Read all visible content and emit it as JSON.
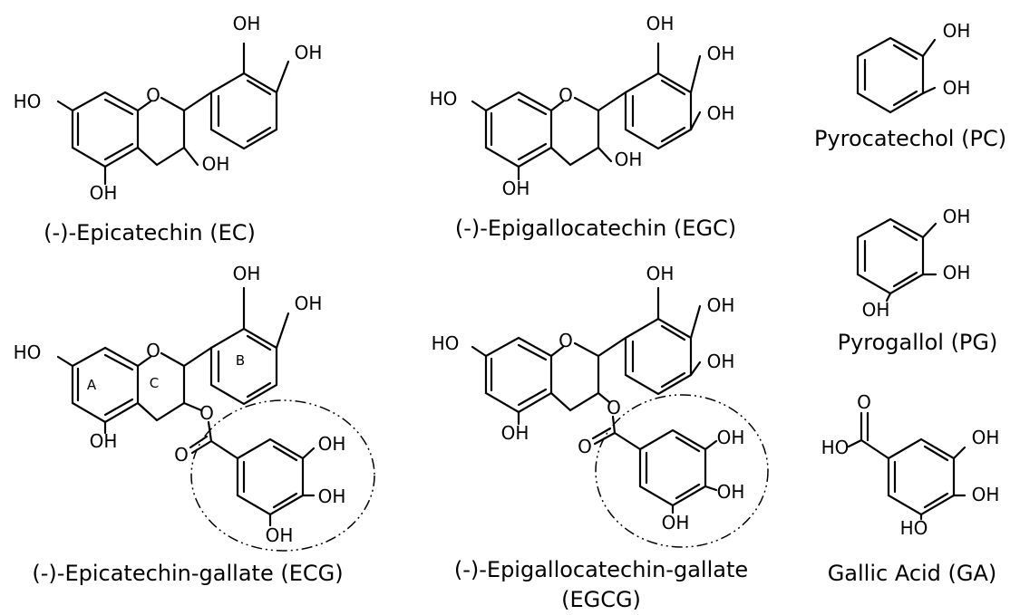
{
  "compounds": {
    "ec": {
      "name": "(-)-Epicatechin (EC)"
    },
    "egc": {
      "name": "(-)-Epigallocatechin (EGC)"
    },
    "ecg": {
      "name": "(-)-Epicatechin-gallate (ECG)"
    },
    "egcg": {
      "name_line1": "(-)-Epigallocatechin-gallate",
      "name_line2": "(EGCG)"
    },
    "pc": {
      "name": "Pyrocatechol (PC)"
    },
    "pg": {
      "name": "Pyrogallol (PG)"
    },
    "ga": {
      "name": "Gallic Acid (GA)"
    }
  },
  "atoms": {
    "oh": "OH",
    "ho": "HO",
    "o": "O"
  },
  "ring_labels": {
    "a": "A",
    "b": "B",
    "c": "C"
  },
  "colors": {
    "ink": "#000000",
    "background": "#ffffff"
  }
}
